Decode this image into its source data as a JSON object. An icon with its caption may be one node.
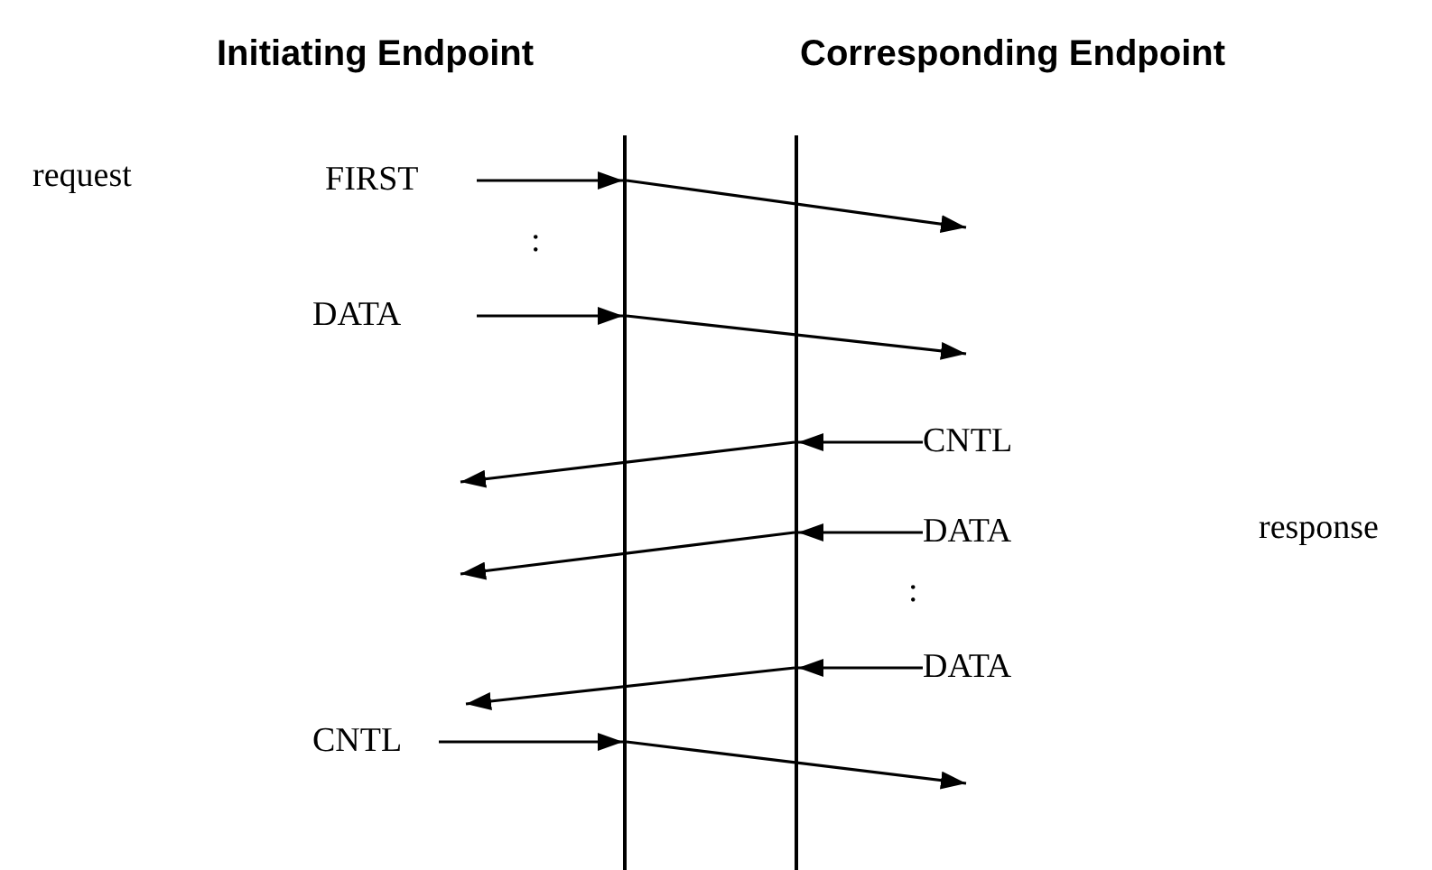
{
  "diagram": {
    "nodes": [
      {
        "text": [],
        "shape": "bar"
      },
      {
        "text": [],
        "shape": "bar"
      },
      {
        "text": [
          "FIRST"
        ]
      },
      {
        "text": [
          "DATA"
        ]
      },
      {
        "text": [
          "CNTL"
        ]
      },
      {
        "text": [
          "DATA"
        ]
      },
      {
        "text": [
          "DATA"
        ]
      },
      {
        "text": [
          "CNTL"
        ]
      }
    ],
    "edges": [
      {
        "from": 2,
        "to": 0,
        "arrow": "to"
      },
      {
        "from": 0,
        "to": null,
        "arrow": "to"
      },
      {
        "from": 3,
        "to": 0,
        "arrow": "to"
      },
      {
        "from": 0,
        "to": null,
        "arrow": "to"
      },
      {
        "from": 4,
        "to": 1,
        "arrow": "to"
      },
      {
        "from": 1,
        "to": null,
        "arrow": "to"
      },
      {
        "from": 5,
        "to": 1,
        "arrow": "to"
      },
      {
        "from": 1,
        "to": null,
        "arrow": "to"
      },
      {
        "from": 6,
        "to": 1,
        "arrow": "to"
      },
      {
        "from": 1,
        "to": null,
        "arrow": "to"
      },
      {
        "from": 7,
        "to": 0,
        "arrow": "to"
      },
      {
        "from": 0,
        "to": null,
        "arrow": "to"
      }
    ],
    "labels": [
      "Initiating Endpoint",
      "Corresponding Endpoint",
      "request",
      ":",
      "response",
      ":"
    ]
  }
}
